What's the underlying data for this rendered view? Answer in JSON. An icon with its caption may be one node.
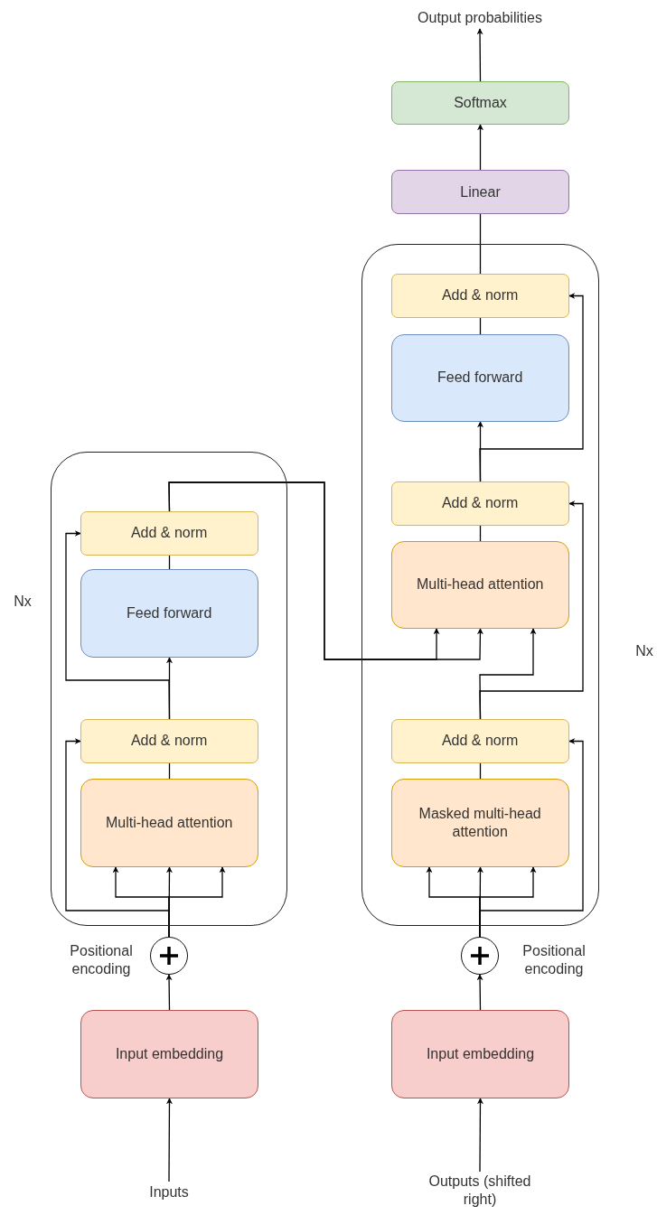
{
  "diagram": {
    "nodes": [
      {
        "text": [
          "Output probabilities"
        ]
      },
      {
        "text": [
          "Softmax"
        ]
      },
      {
        "text": [
          "Linear"
        ]
      },
      {
        "text": [],
        "shape": "box"
      },
      {
        "text": [
          "Add & norm"
        ],
        "in": 3
      },
      {
        "text": [
          "Feed forward"
        ],
        "in": 3
      },
      {
        "text": [
          "Add & norm"
        ],
        "in": 3
      },
      {
        "text": [
          "Multi-head attention"
        ],
        "in": 3
      },
      {
        "text": [
          "Add & norm"
        ],
        "in": 3
      },
      {
        "text": [
          "Masked multi-head attention"
        ],
        "in": 3
      },
      {
        "text": [],
        "shape": "box"
      },
      {
        "text": [
          "Add & norm"
        ],
        "in": 10
      },
      {
        "text": [
          "Feed forward"
        ],
        "in": 10
      },
      {
        "text": [
          "Add & norm"
        ],
        "in": 10
      },
      {
        "text": [
          "Multi-head attention"
        ],
        "in": 10
      },
      {
        "text": [],
        "shape": "circle",
        "beside": [
          "Positional encoding"
        ]
      },
      {
        "text": [],
        "shape": "circle",
        "beside": [
          "Positional encoding"
        ]
      },
      {
        "text": [
          "Input embedding"
        ]
      },
      {
        "text": [
          "Input embedding"
        ]
      },
      {
        "text": [
          "Inputs"
        ]
      },
      {
        "text": [
          "Outputs (shifted right)"
        ]
      }
    ],
    "edges": [
      {
        "from": 19,
        "to": 17,
        "arrow": "to"
      },
      {
        "from": 17,
        "to": 15,
        "arrow": "to"
      },
      {
        "from": 15,
        "to": 14,
        "arrow": "to"
      },
      {
        "from": 15,
        "to": 14,
        "arrow": "to"
      },
      {
        "from": 15,
        "to": 14,
        "arrow": "to"
      },
      {
        "from": 15,
        "to": 13,
        "arrow": "to"
      },
      {
        "from": 14,
        "to": 13,
        "arrow": "none"
      },
      {
        "from": 13,
        "to": 12,
        "arrow": "to"
      },
      {
        "from": 13,
        "to": 11,
        "arrow": "to"
      },
      {
        "from": 12,
        "to": 11,
        "arrow": "none"
      },
      {
        "from": 11,
        "to": 7,
        "arrow": "to"
      },
      {
        "from": 11,
        "to": 7,
        "arrow": "to"
      },
      {
        "from": 20,
        "to": 18,
        "arrow": "to"
      },
      {
        "from": 18,
        "to": 16,
        "arrow": "to"
      },
      {
        "from": 16,
        "to": 9,
        "arrow": "to"
      },
      {
        "from": 16,
        "to": 9,
        "arrow": "to"
      },
      {
        "from": 16,
        "to": 9,
        "arrow": "to"
      },
      {
        "from": 16,
        "to": 8,
        "arrow": "to"
      },
      {
        "from": 9,
        "to": 8,
        "arrow": "none"
      },
      {
        "from": 8,
        "to": 7,
        "arrow": "to"
      },
      {
        "from": 8,
        "to": 6,
        "arrow": "to"
      },
      {
        "from": 7,
        "to": 6,
        "arrow": "none"
      },
      {
        "from": 6,
        "to": 5,
        "arrow": "to"
      },
      {
        "from": 6,
        "to": 4,
        "arrow": "to"
      },
      {
        "from": 5,
        "to": 4,
        "arrow": "none"
      },
      {
        "from": 4,
        "to": 2,
        "arrow": "none"
      },
      {
        "from": 2,
        "to": 1,
        "arrow": "to"
      },
      {
        "from": 1,
        "to": 0,
        "arrow": "to"
      }
    ],
    "labels": [
      "Nx",
      "Nx"
    ]
  }
}
